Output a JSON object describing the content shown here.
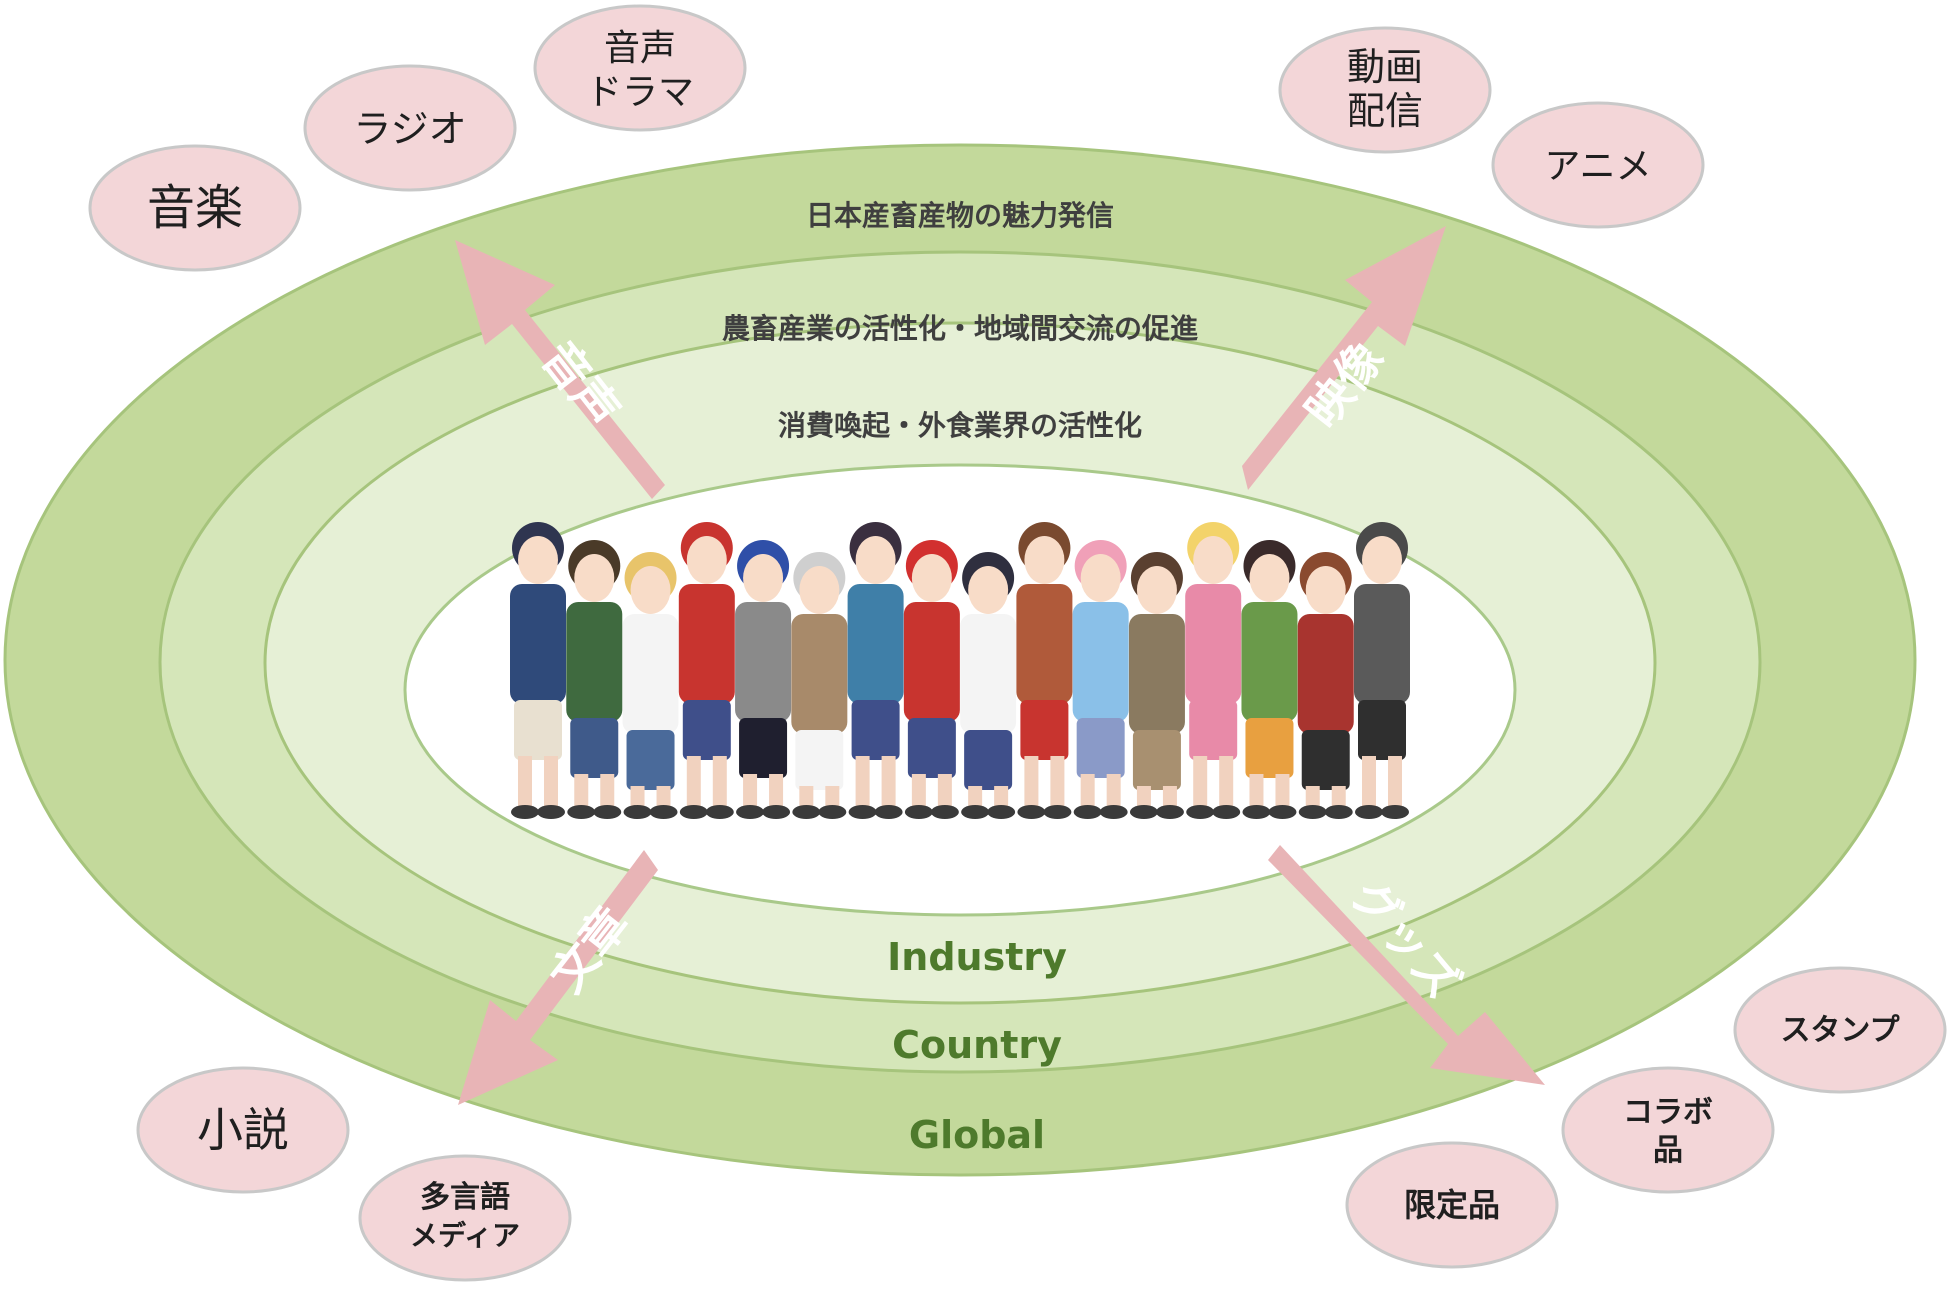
{
  "rings": [
    {
      "id": "outer",
      "label": "日本産畜産物の魅力発信",
      "scope": "Global",
      "fill": "#c3d99b"
    },
    {
      "id": "second",
      "label": "農畜産業の活性化・地域間交流の促進",
      "scope": "Country",
      "fill": "#d5e6b9"
    },
    {
      "id": "third",
      "label": "消費喚起・外食業界の活性化",
      "scope": "Industry",
      "fill": "#e6f0d6"
    }
  ],
  "center": {
    "fill": "#ffffff",
    "border": "#a9c98a"
  },
  "arrows": [
    {
      "id": "audio",
      "label": "音声",
      "color": "#e8b4b6"
    },
    {
      "id": "video",
      "label": "映像",
      "color": "#e8b4b6"
    },
    {
      "id": "text",
      "label": "文章",
      "color": "#e8b4b6"
    },
    {
      "id": "goods",
      "label": "グッズ",
      "color": "#e8b4b6"
    }
  ],
  "bubbles": {
    "music": "音楽",
    "radio": "ラジオ",
    "audio_drama": [
      "音声",
      "ドラマ"
    ],
    "video_streaming": [
      "動画",
      "配信"
    ],
    "anime": "アニメ",
    "novel": "小説",
    "multilingual_media": [
      "多言語",
      "メディア"
    ],
    "stamp": "スタンプ",
    "collab_goods": [
      "コラボ",
      "品"
    ],
    "limited_goods": "限定品"
  },
  "characters": {
    "count": 16
  }
}
